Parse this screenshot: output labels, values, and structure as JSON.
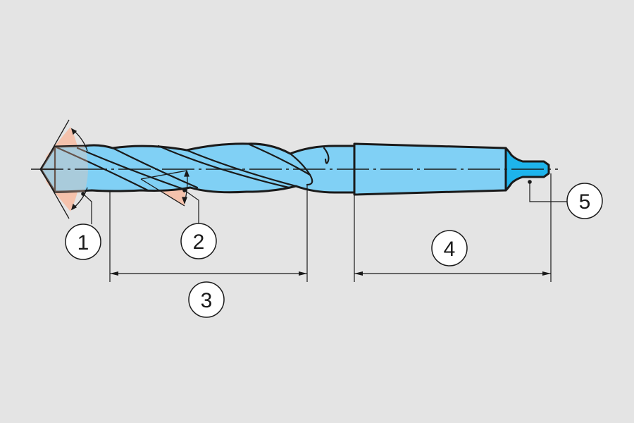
{
  "colors": {
    "background": "#e4e4e4",
    "drill_body": "#80d0f5",
    "tang": "#1eb4ec",
    "angle_sector": "#f5c2ac",
    "outline": "#1a1a1a",
    "callout_fill": "#ffffff"
  },
  "callouts": [
    {
      "id": "point-angle",
      "label": "1"
    },
    {
      "id": "helix-angle",
      "label": "2"
    },
    {
      "id": "flute-length",
      "label": "3"
    },
    {
      "id": "shank-length",
      "label": "4"
    },
    {
      "id": "tang",
      "label": "5"
    }
  ]
}
